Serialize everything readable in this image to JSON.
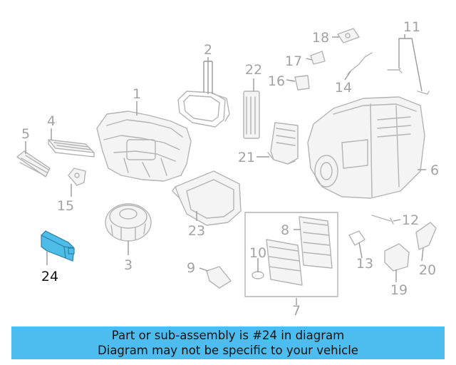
{
  "diagram": {
    "highlighted_part": "24",
    "highlight_color": "#4dbde8",
    "callouts": [
      "1",
      "2",
      "3",
      "4",
      "5",
      "6",
      "7",
      "8",
      "9",
      "10",
      "11",
      "12",
      "13",
      "14",
      "15",
      "16",
      "17",
      "18",
      "19",
      "20",
      "21",
      "22",
      "23",
      "24"
    ]
  },
  "caption": {
    "line1": "Part or sub-assembly is #24 in diagram",
    "line2": "Diagram may not be specific to your vehicle",
    "background": "#4dbdf0"
  }
}
